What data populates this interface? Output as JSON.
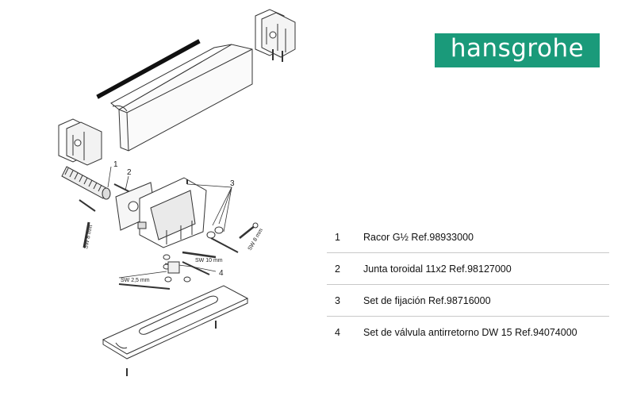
{
  "brand": {
    "logo_text": "hansgrohe",
    "logo_color": "#1a9a7a"
  },
  "callouts": [
    "1",
    "2",
    "3",
    "4"
  ],
  "tool_labels": {
    "sw8_left": "SW 8 mm",
    "sw10": "SW 10 mm",
    "sw8_right": "SW 8 mm",
    "sw25": "SW 2,5 mm"
  },
  "parts": [
    {
      "num": "1",
      "desc": "Racor G½ Ref.98933000"
    },
    {
      "num": "2",
      "desc": "Junta toroidal 11x2  Ref.98127000"
    },
    {
      "num": "3",
      "desc": "Set de fijación  Ref.98716000"
    },
    {
      "num": "4",
      "desc": "Set de válvula antirretorno DW 15  Ref.94074000"
    }
  ]
}
